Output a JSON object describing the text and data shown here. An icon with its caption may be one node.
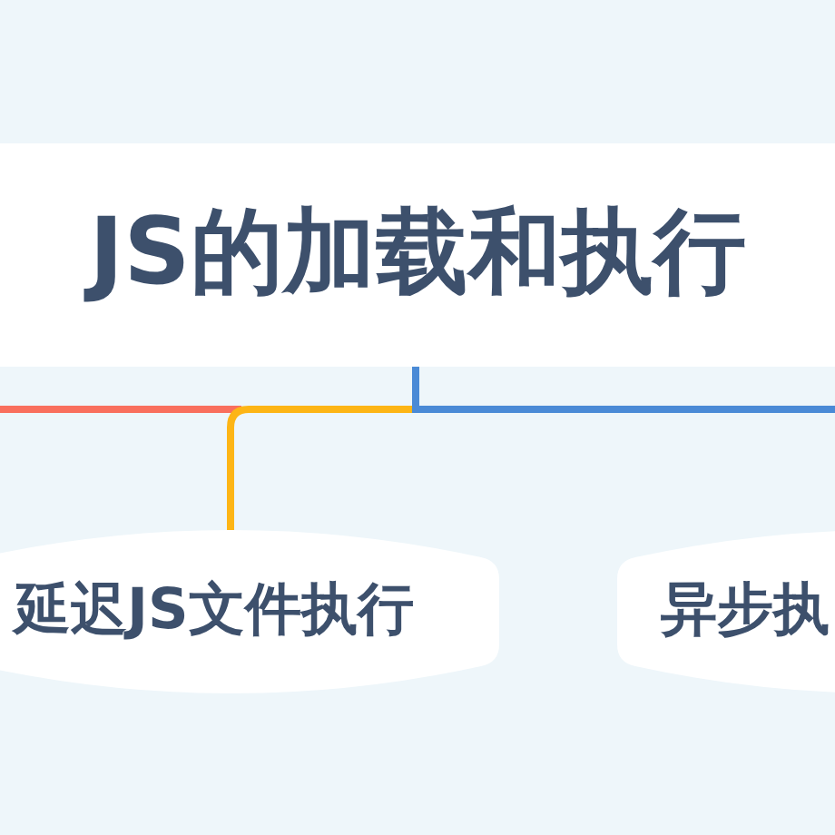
{
  "diagram": {
    "nodes": [
      {
        "text": [
          "JS的加载和执行"
        ]
      },
      {
        "text": [
          "延迟JS文件执行"
        ]
      },
      {
        "text": [
          "异步执"
        ]
      }
    ],
    "edges": [
      {
        "from": 0,
        "to": null,
        "arrow": "none",
        "color": "#f96f5d"
      },
      {
        "from": 0,
        "to": 1,
        "arrow": "none",
        "color": "#fdb515"
      },
      {
        "from": 0,
        "to": null,
        "arrow": "none",
        "color": "#4a8ad6"
      }
    ]
  }
}
